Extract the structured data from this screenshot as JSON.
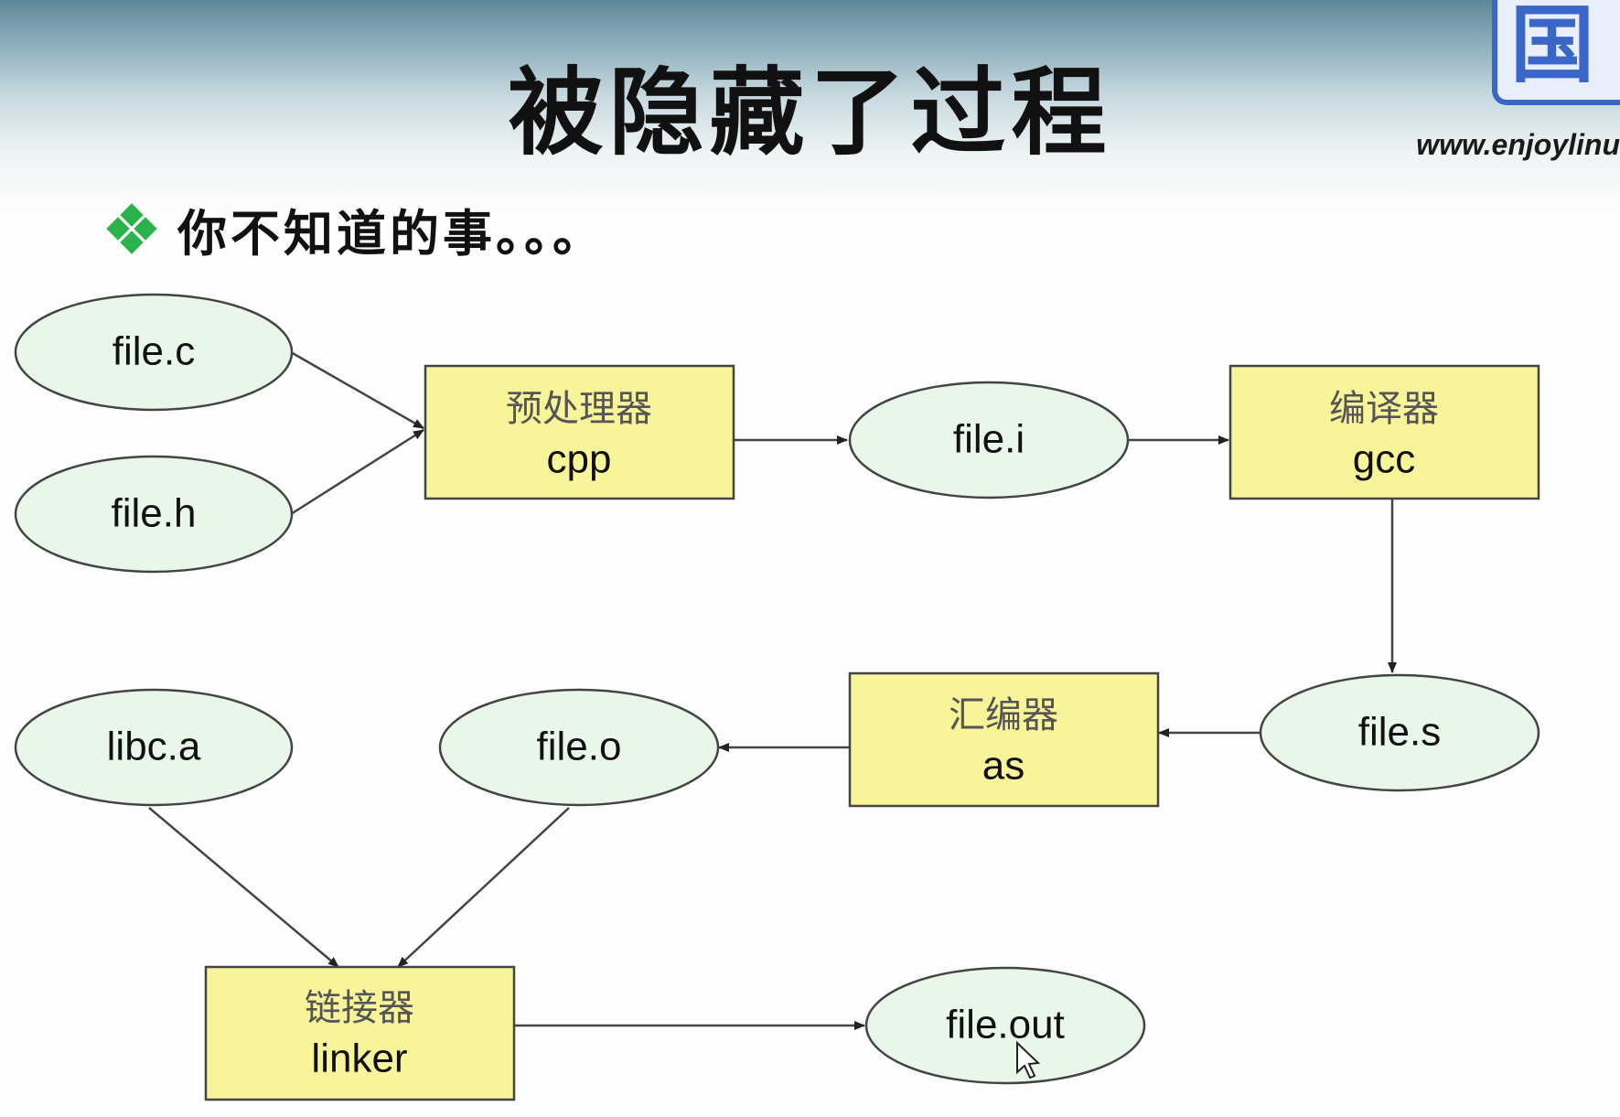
{
  "slide": {
    "title": "被隐藏了过程",
    "bullet": "你不知道的事。。。",
    "logo_url": "www.enjoylinu",
    "logo_char": "国"
  },
  "diagram": {
    "nodes": {
      "file_c": "file.c",
      "file_h": "file.h",
      "cpp_zh": "预处理器",
      "cpp_en": "cpp",
      "file_i": "file.i",
      "gcc_zh": "编译器",
      "gcc_en": "gcc",
      "file_s": "file.s",
      "as_zh": "汇编器",
      "as_en": "as",
      "file_o": "file.o",
      "libc": "libc.a",
      "linker_zh": "链接器",
      "linker_en": "linker",
      "file_out": "file.out"
    },
    "edges": [
      [
        "file.c",
        "预处理器 cpp"
      ],
      [
        "file.h",
        "预处理器 cpp"
      ],
      [
        "预处理器 cpp",
        "file.i"
      ],
      [
        "file.i",
        "编译器 gcc"
      ],
      [
        "编译器 gcc",
        "file.s"
      ],
      [
        "file.s",
        "汇编器 as"
      ],
      [
        "汇编器 as",
        "file.o"
      ],
      [
        "libc.a",
        "链接器 linker"
      ],
      [
        "file.o",
        "链接器 linker"
      ],
      [
        "链接器 linker",
        "file.out"
      ]
    ],
    "colors": {
      "ellipse_fill": "#e9f6ea",
      "rect_fill": "#f8f49a",
      "stroke": "#444444"
    }
  }
}
